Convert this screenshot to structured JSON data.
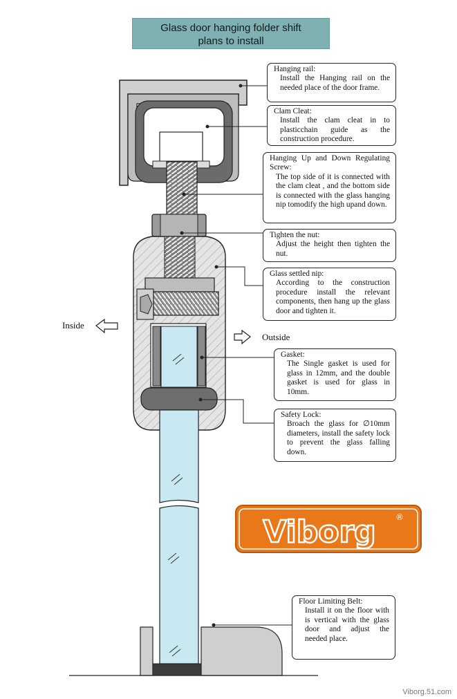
{
  "title": {
    "line1": "Glass door hanging folder shift",
    "line2": "plans to install"
  },
  "callouts": [
    {
      "head": "Hanging rail:",
      "body": "Install the Hanging rail on the needed place of the door frame."
    },
    {
      "head": "Clam Cleat:",
      "body": "Install the clam cleat in to plasticchain  guide  as  the construction  procedure."
    },
    {
      "head": "Hanging Up and Down Regulating Screw:",
      "body": "The top side of it is connected with the clam cleat , and the bottom side is connected with the glass hanging nip tomodify the high upand down."
    },
    {
      "head": "Tighten the nut:",
      "body": "Adjust the height then tighten the nut."
    },
    {
      "head": "Glass settled nip:",
      "body": "According to the construction procedure install the relevant components, then hang up the glass door and tighten it."
    },
    {
      "head": "Gasket:",
      "body": "The Single gasket is used for glass in 12mm, and the double gasket is used for glass in 10mm."
    },
    {
      "head": "Safety Lock:",
      "body": "Broach  the  glass  for ∅10mm diameters, install the safety lock to prevent the glass falling down."
    },
    {
      "head": "Floor Limiting Belt:",
      "body": "Install it on the floor with is vertical with the glass door and adjust the needed place."
    }
  ],
  "labels": {
    "inside": "Inside",
    "outside": "Outside"
  },
  "logo": {
    "text": "Viborg",
    "mark": "®",
    "color": "#e8781a"
  },
  "watermark": "Viborg.51.com",
  "colors": {
    "title_bg": "#7fb1b2",
    "glass": "#c9e9f2",
    "metal_dark": "#5a5a5a",
    "metal_light": "#d8d8d8"
  }
}
